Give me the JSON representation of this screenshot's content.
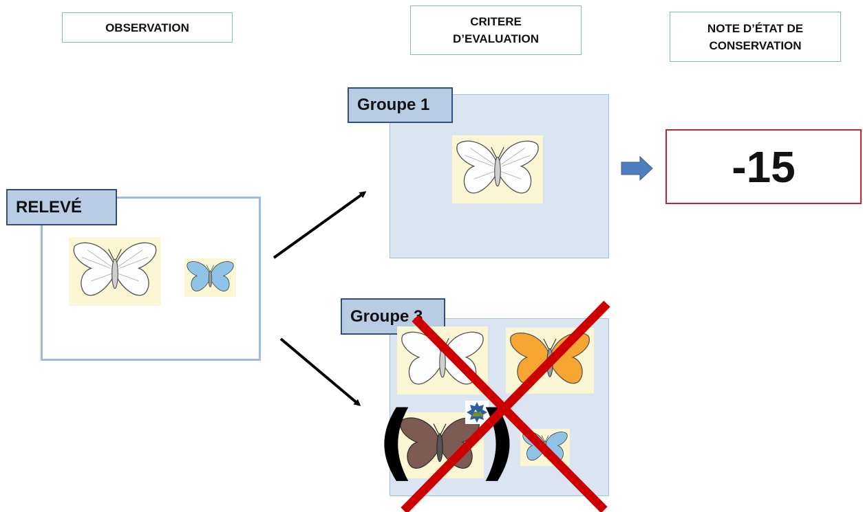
{
  "headers": {
    "observation": "OBSERVATION",
    "criteria_line1": "CRITERE",
    "criteria_line2": "D’EVALUATION",
    "note_line1": "NOTE D’ÉTAT DE",
    "note_line2": "CONSERVATION"
  },
  "releve": {
    "label": "RELEVÉ",
    "butterflies": [
      "white-butterfly-icon",
      "blue-butterfly-icon"
    ]
  },
  "group1": {
    "label": "Groupe 1",
    "butterflies": [
      "white-butterfly-icon"
    ]
  },
  "group3": {
    "label": "Groupe 3",
    "butterflies": [
      "white-butterfly-icon",
      "orange-butterfly-icon",
      "brown-butterfly-icon",
      "blue-butterfly-icon"
    ],
    "parenthesis_open": "(",
    "parenthesis_close": ")",
    "crossed_out": true
  },
  "score": {
    "value": "-15",
    "border_color": "#c0282e"
  },
  "colors": {
    "panel_fill": "#dbe5f1",
    "tag_fill": "#b8cce4",
    "tag_border": "#2f4e7a",
    "cross": "#cc0000",
    "arrow_blue": "#4f7ec0",
    "card_bg": "#fbf6d3"
  }
}
